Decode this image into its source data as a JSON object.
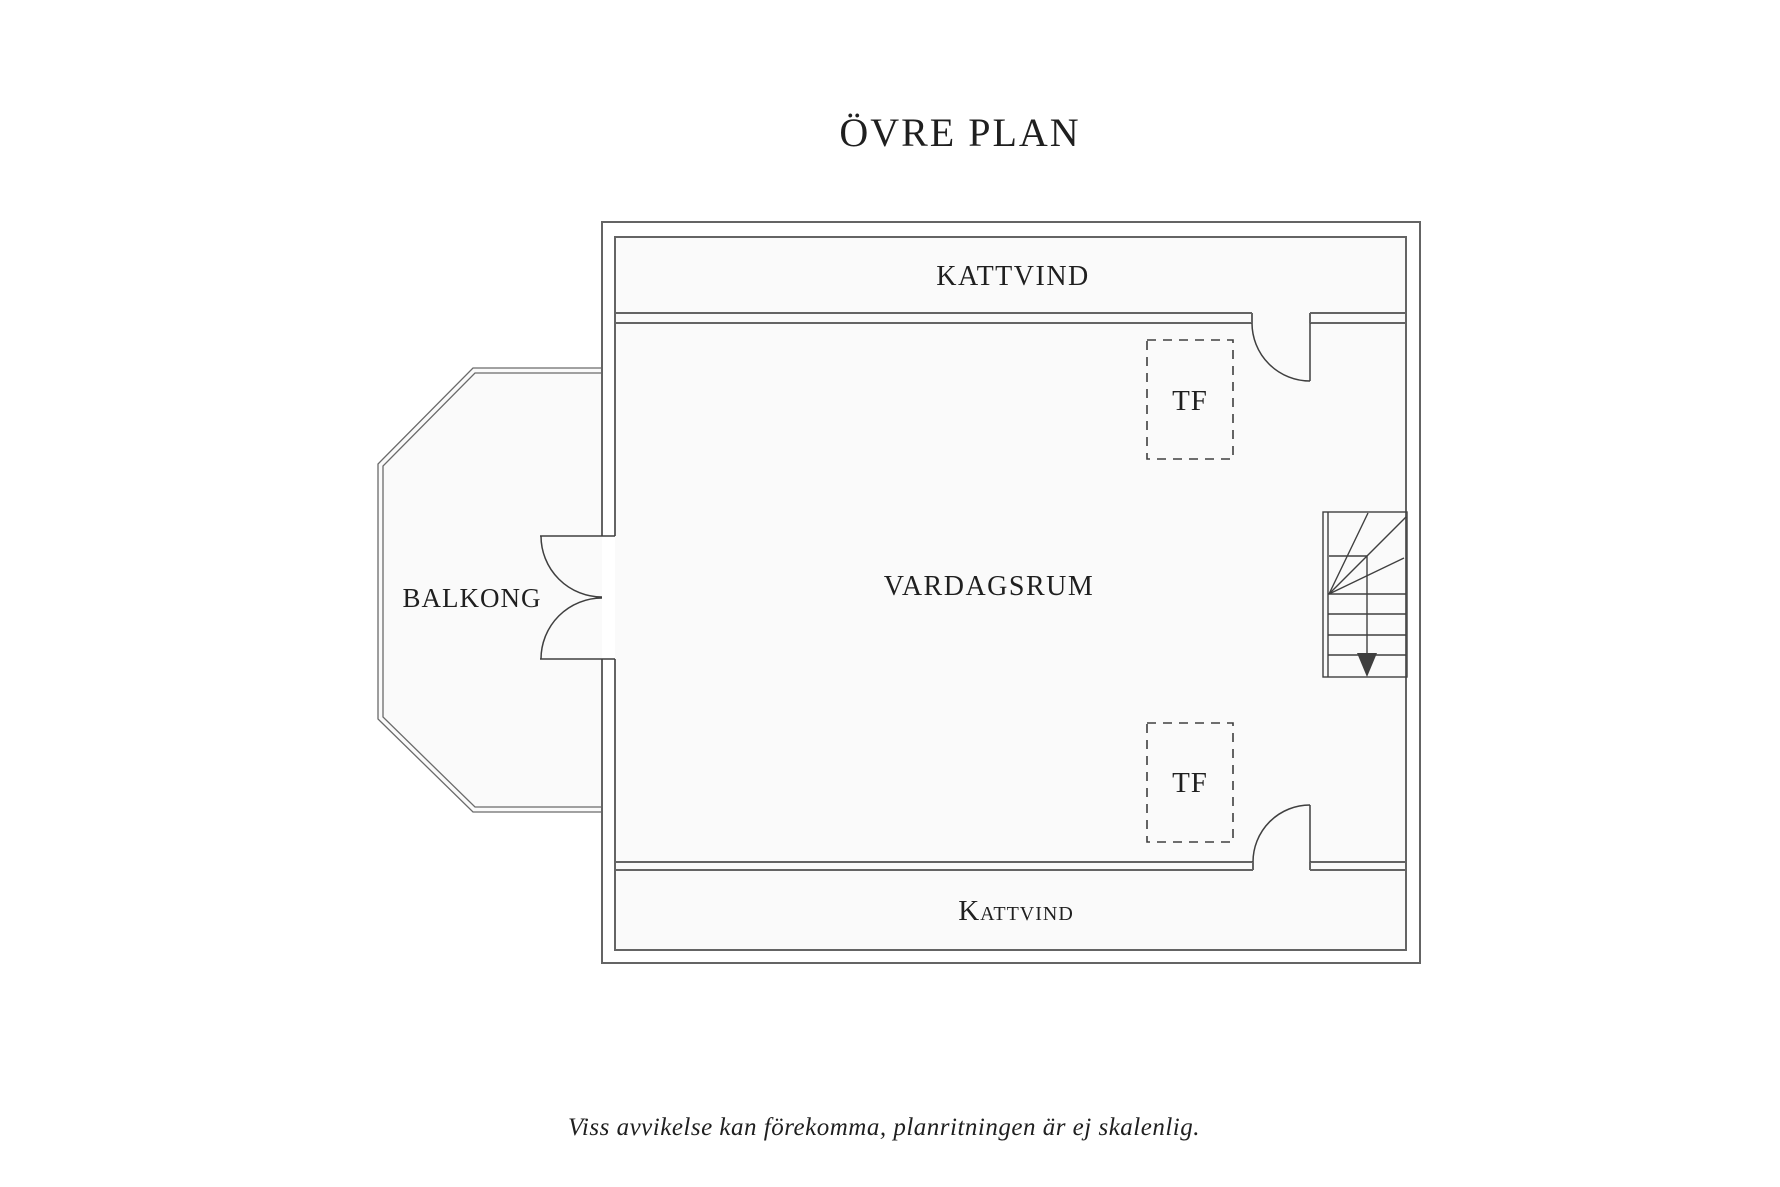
{
  "title": "ÖVRE PLAN",
  "rooms": {
    "kattvind_top": "KATTVIND",
    "vardagsrum": "VARDAGSRUM",
    "balkong": "BALKONG",
    "kattvind_bottom": "Kattvind"
  },
  "skylights": {
    "tf_top": "TF",
    "tf_bottom": "TF"
  },
  "footer": {
    "disclaimer": "Viss avvikelse kan förekomma, planritningen är ej skalenlig."
  },
  "colors": {
    "background": "#ffffff",
    "room_fill": "#fafafa",
    "wall": "#646464",
    "thin_line": "#6a6a6a",
    "detail_line": "#3f3f3f",
    "text": "#1f1f1f"
  }
}
